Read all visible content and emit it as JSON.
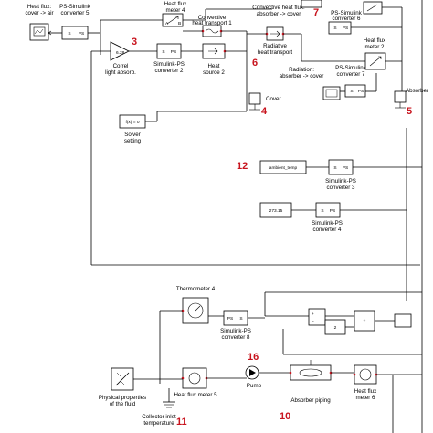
{
  "labels": {
    "heat_flux_cover_air_1": "Heat flux:",
    "heat_flux_cover_air_2": "cover -> air",
    "ps_simulink_conv5_1": "PS-Simulink",
    "ps_simulink_conv5_2": "converter 5",
    "heat_flux_meter4_1": "Heat flux",
    "heat_flux_meter4_2": "meter 4",
    "conv_heat_transport1_1": "Convective",
    "conv_heat_transport1_2": "heat transport 1",
    "conv_heat_flux_1": "Convective heat flux:",
    "conv_heat_flux_2": "absorber -> cover",
    "ps_simulink_conv6_1": "PS-Simulink",
    "ps_simulink_conv6_2": "converter 6",
    "corr_light_1": "Correl",
    "corr_light_2": "light absorb.",
    "gain_value": "6.28",
    "simulink_ps_conv2_1": "Simulink-PS",
    "simulink_ps_conv2_2": "converter 2",
    "heat_source2_1": "Heat",
    "heat_source2_2": "source 2",
    "radiative_1": "Radiative",
    "radiative_2": "heat transport",
    "radiation_flux_1": "Radiation:",
    "radiation_flux_2": "absorber -> cover",
    "ps_simulink_conv7_1": "PS-Simulink",
    "ps_simulink_conv7_2": "converter 7",
    "heat_flux_meter2_1": "Heat flux",
    "heat_flux_meter2_2": "meter 2",
    "absorber": "Absorber",
    "cover": "Cover",
    "solver_1": "Solver",
    "solver_2": "setting",
    "solver_icon": "f(x) = 0",
    "ambient_temp": "ambient_temp",
    "simulink_ps_conv3_1": "Simulink-PS",
    "simulink_ps_conv3_2": "converter 3",
    "const_value": "273.15",
    "simulink_ps_conv4_1": "Simulink-PS",
    "simulink_ps_conv4_2": "converter 4",
    "thermometer4": "Thermometer 4",
    "simulink_ps_conv8_1": "Simulink-PS",
    "simulink_ps_conv8_2": "converter 8",
    "const2_value": "2",
    "phys_props_1": "Physical properties",
    "phys_props_2": "of the fluid",
    "heat_flux_meter5": "Heat flux meter 5",
    "pump": "Pump",
    "absorber_piping": "Absorber piping",
    "heat_flux_meter6_1": "Heat flux",
    "heat_flux_meter6_2": "meter 6",
    "collector_inlet_1": "Collector inlet",
    "collector_inlet_2": "temperature"
  },
  "port_letters": {
    "s": "S",
    "ps": "PS",
    "a": "A",
    "b": "B",
    "plus": "+",
    "minus": "−",
    "div": "÷"
  },
  "numbers": {
    "n3": "3",
    "n4": "4",
    "n5": "5",
    "n6": "6",
    "n7": "7",
    "n10": "10",
    "n11": "11",
    "n12": "12",
    "n16": "16"
  },
  "colors": {
    "annotation": "#c8141e",
    "wire": "#000000",
    "port": "#c8141e"
  }
}
